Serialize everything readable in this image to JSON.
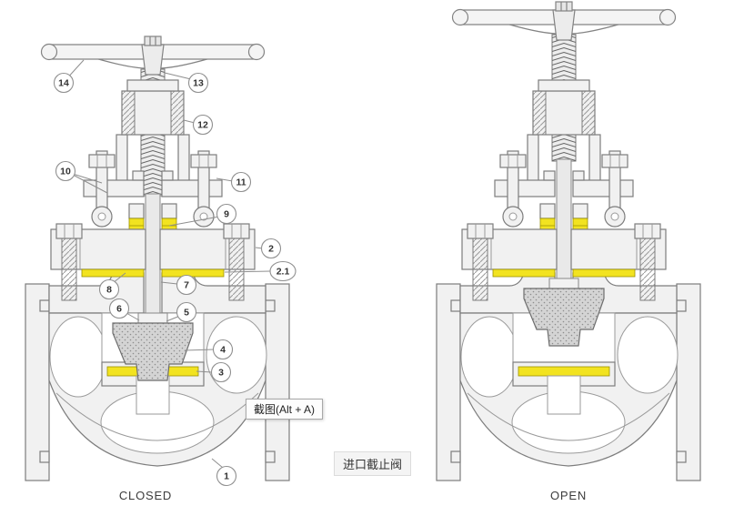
{
  "labels": {
    "left_state": "CLOSED",
    "right_state": "OPEN"
  },
  "tooltip": {
    "text": "截图(Alt + A)"
  },
  "caption": {
    "text": "进口截止阀"
  },
  "callouts": [
    {
      "label": "14"
    },
    {
      "label": "13"
    },
    {
      "label": "12"
    },
    {
      "label": "10"
    },
    {
      "label": "11"
    },
    {
      "label": "9"
    },
    {
      "label": "2"
    },
    {
      "label": "2.1"
    },
    {
      "label": "8"
    },
    {
      "label": "7"
    },
    {
      "label": "6"
    },
    {
      "label": "5"
    },
    {
      "label": "4"
    },
    {
      "label": "3"
    },
    {
      "label": "1"
    }
  ],
  "colors": {
    "seal_yellow": "#f2e320"
  }
}
